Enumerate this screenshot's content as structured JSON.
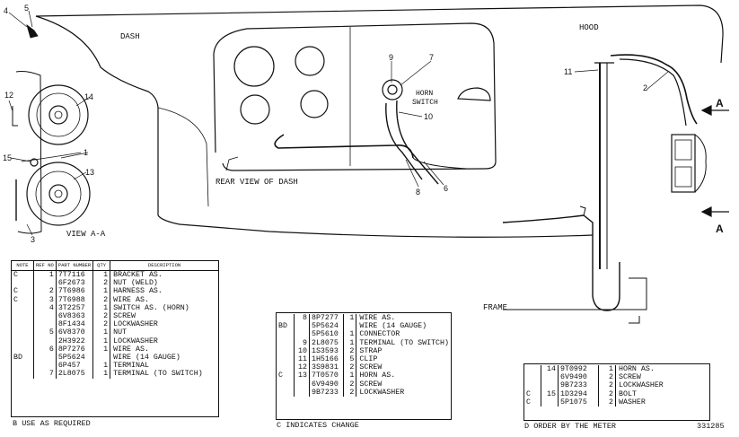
{
  "labels": {
    "dash": "DASH",
    "hood": "HOOD",
    "rear_view": "REAR VIEW OF DASH",
    "view_aa": "VIEW  A-A",
    "horn_switch_line1": "HORN",
    "horn_switch_line2": "SWITCH",
    "frame": "FRAME",
    "view_letter_top": "A",
    "view_letter_bottom": "A",
    "doc_number": "331285"
  },
  "callouts": [
    "1",
    "2",
    "3",
    "4",
    "5",
    "6",
    "7",
    "8",
    "9",
    "10",
    "11",
    "12",
    "13",
    "14",
    "15"
  ],
  "table1": {
    "headers": {
      "note": "NOTE",
      "ref": "REF NO",
      "part": "PART NUMBER",
      "qty": "QTY",
      "desc": "DESCRIPTION"
    },
    "rows": [
      {
        "note": "C",
        "ref": "1",
        "part": "7T7116",
        "qty": "1",
        "desc": "BRACKET AS."
      },
      {
        "note": "",
        "ref": "",
        "part": "6F2673",
        "qty": "2",
        "desc": "  NUT (WELD)"
      },
      {
        "note": "C",
        "ref": "2",
        "part": "7T6986",
        "qty": "1",
        "desc": "HARNESS AS."
      },
      {
        "note": "C",
        "ref": "3",
        "part": "7T6988",
        "qty": "2",
        "desc": "WIRE AS."
      },
      {
        "note": "",
        "ref": "4",
        "part": "3T2257",
        "qty": "1",
        "desc": "SWITCH AS. (HORN)"
      },
      {
        "note": "",
        "ref": "",
        "part": "6V8363",
        "qty": "2",
        "desc": "  SCREW"
      },
      {
        "note": "",
        "ref": "",
        "part": "8F1434",
        "qty": "2",
        "desc": "  LOCKWASHER"
      },
      {
        "note": "",
        "ref": "5",
        "part": "6V8370",
        "qty": "1",
        "desc": "  NUT"
      },
      {
        "note": "",
        "ref": "",
        "part": "2H3922",
        "qty": "1",
        "desc": "  LOCKWASHER"
      },
      {
        "note": "",
        "ref": "6",
        "part": "8P7276",
        "qty": "1",
        "desc": "WIRE AS."
      },
      {
        "note": "BD",
        "ref": "",
        "part": "5P5624",
        "qty": "",
        "desc": "  WIRE (14 GAUGE)"
      },
      {
        "note": "",
        "ref": "",
        "part": "6P457",
        "qty": "1",
        "desc": "  TERMINAL"
      },
      {
        "note": "",
        "ref": "7",
        "part": "2L8075",
        "qty": "1",
        "desc": "  TERMINAL (TO SWITCH)"
      }
    ]
  },
  "table2": {
    "rows": [
      {
        "note": "",
        "ref": "8",
        "part": "8P7277",
        "qty": "1",
        "desc": "WIRE AS."
      },
      {
        "note": "BD",
        "ref": "",
        "part": "5P5624",
        "qty": "",
        "desc": "  WIRE (14 GAUGE)"
      },
      {
        "note": "",
        "ref": "",
        "part": "5P5610",
        "qty": "1",
        "desc": "  CONNECTOR"
      },
      {
        "note": "",
        "ref": "9",
        "part": "2L8075",
        "qty": "1",
        "desc": "  TERMINAL (TO SWITCH)"
      },
      {
        "note": "",
        "ref": "10",
        "part": "1S3593",
        "qty": "2",
        "desc": "STRAP"
      },
      {
        "note": "",
        "ref": "11",
        "part": "1H5166",
        "qty": "5",
        "desc": "CLIP"
      },
      {
        "note": "",
        "ref": "12",
        "part": "3S9831",
        "qty": "2",
        "desc": "SCREW"
      },
      {
        "note": "C",
        "ref": "13",
        "part": "7T0570",
        "qty": "1",
        "desc": "HORN AS."
      },
      {
        "note": "",
        "ref": "",
        "part": "6V9490",
        "qty": "2",
        "desc": "  SCREW"
      },
      {
        "note": "",
        "ref": "",
        "part": "9B7233",
        "qty": "2",
        "desc": "  LOCKWASHER"
      }
    ]
  },
  "table3": {
    "rows": [
      {
        "note": "",
        "ref": "14",
        "part": "9T0992",
        "qty": "1",
        "desc": "HORN AS."
      },
      {
        "note": "",
        "ref": "",
        "part": "6V9490",
        "qty": "2",
        "desc": "  SCREW"
      },
      {
        "note": "",
        "ref": "",
        "part": "9B7233",
        "qty": "2",
        "desc": "  LOCKWASHER"
      },
      {
        "note": "C",
        "ref": "15",
        "part": "1D3294",
        "qty": "2",
        "desc": "BOLT"
      },
      {
        "note": "C",
        "ref": "",
        "part": "5P1075",
        "qty": "2",
        "desc": "WASHER"
      }
    ]
  },
  "footnotes": {
    "b": "B   USE AS REQUIRED",
    "c": "C   INDICATES CHANGE",
    "d": "D   ORDER BY THE METER"
  }
}
